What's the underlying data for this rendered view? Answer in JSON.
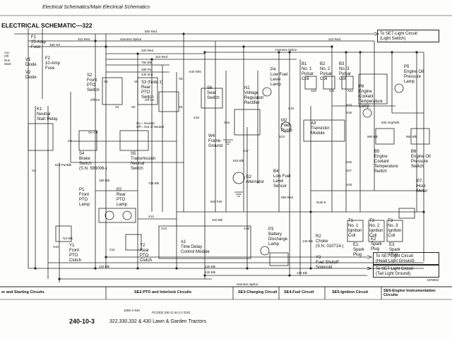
{
  "header": {
    "breadcrumb": "Electrical Schematics/Main Electrical Schematics",
    "title": "ELECTRICAL SCHEMATIC—322"
  },
  "components": {
    "f1": [
      "F1",
      "25-Amp",
      "Fuse"
    ],
    "f2": [
      "F2",
      "10-Amp",
      "Fuse"
    ],
    "v1": [
      "V1",
      "Diode"
    ],
    "v2": [
      "V2",
      "Diode"
    ],
    "k1": [
      "K1",
      "Neutral",
      "Start Relay"
    ],
    "s2": [
      "S2",
      "Front",
      "PTO",
      "Switch"
    ],
    "s3": [
      "S3 (Note 1)",
      "Rear",
      "PTO",
      "Switch"
    ],
    "s4": [
      "S4",
      "Brake",
      "Switch",
      "(S.N. 596006-)"
    ],
    "s5": [
      "S5",
      "Transmission",
      "Neutral",
      "Switch"
    ],
    "s6": [
      "S6",
      "Seat",
      "Switch"
    ],
    "p1": [
      "P1",
      "Front",
      "PTO",
      "Lamp"
    ],
    "p2": [
      "P2",
      "Rear",
      "PTO",
      "Lamp"
    ],
    "y1": [
      "Y1",
      "Front",
      "PTO",
      "Clutch"
    ],
    "y2": [
      "Y2",
      "Rear",
      "PTO",
      "Clutch"
    ],
    "a1": [
      "A1",
      "Time Delay",
      "Control Module"
    ],
    "n1": [
      "N1",
      "Voltage",
      "Regulator/",
      "Rectifier"
    ],
    "g2": [
      "G2",
      "Alternator"
    ],
    "p3": [
      "P3",
      "Battery",
      "Discharge",
      "Lamp"
    ],
    "p4": [
      "P4",
      "Low Fuel",
      "Level",
      "Lamp"
    ],
    "m2": [
      "M2",
      "Fuel",
      "Pump"
    ],
    "b4": [
      "B4",
      "Low Fuel",
      "Level",
      "Sensor"
    ],
    "b1": [
      "B1",
      "No. 1",
      "Pulsar",
      "Coil"
    ],
    "b2": [
      "B2",
      "No. 2",
      "Pulsar",
      "Coil"
    ],
    "b3": [
      "B3",
      "No. 3",
      "Pulsar",
      "Coil"
    ],
    "a3": [
      "A3",
      "Transistor",
      "Module"
    ],
    "p5": [
      "P5",
      "Engine Oil",
      "Pressure",
      "Lamp"
    ],
    "p6": [
      "P6",
      "Engine",
      "Coolant",
      "Temperature",
      "Lamp"
    ],
    "b5": [
      "B5",
      "Engine",
      "Coolant",
      "Temperature",
      "Switch"
    ],
    "b6": [
      "B6",
      "Engine Oil",
      "Pressure",
      "Switch"
    ],
    "t1": [
      "T1",
      "No. 1",
      "Ignition",
      "Coil"
    ],
    "t2": [
      "T2",
      "No. 2",
      "Ignition",
      "Coil"
    ],
    "t3": [
      "T3",
      "No. 3",
      "Ignition",
      "Coil"
    ],
    "e1": [
      "E1",
      "Spark",
      "Plug"
    ],
    "e2": [
      "E2",
      "Spark",
      "Plug"
    ],
    "e3": [
      "E3",
      "Spark",
      "Plug"
    ],
    "p7": [
      "P7",
      "Hour",
      "Meter"
    ],
    "r2": [
      "R2",
      "Choke",
      "(S.N. 010714-)"
    ],
    "y3": [
      "Y3",
      "Fuel Shutoff",
      "Solenoid"
    ],
    "frame_ground": [
      "W4",
      "Frame",
      "Ground"
    ]
  },
  "connectors": {
    "x1": "X1",
    "x2": "X2",
    "x3": "X3",
    "x4": "X4",
    "x5a": "X5",
    "x5b": "X5",
    "x5c": "X5",
    "x5d": "X5",
    "x10": "X10",
    "x11": "X11",
    "x12": "X12",
    "x13": "X13",
    "x15": "X15",
    "x16": "X16",
    "x17": "X17",
    "x18": "X18",
    "x19": "X19",
    "x20": "X20",
    "x21": "X21",
    "x22": "X22",
    "x23": "X23",
    "x24": "X24",
    "x25": "X25",
    "x26": "X26",
    "x27": "X27",
    "x28": "X28"
  },
  "switch_states": {
    "key": [
      "Acc",
      "Off",
      "Run",
      "Start"
    ],
    "s2": [
      "Off",
      "On"
    ],
    "s3": [
      "Off",
      "On"
    ],
    "s5": [
      "On = Neutral",
      "Off = Out of Neutral"
    ],
    "s4": [
      "On",
      "Off"
    ]
  },
  "wire_labels": {
    "w850red": "850 Red",
    "w410red": "410 Red",
    "w330yel": "330 Yel",
    "w220red": "220 Red",
    "w310red": "310 Red",
    "w790blk": "790 Blk",
    "w480pur": "480 Pur",
    "w440grn": "440 Grn",
    "w640wht": "640 Wht",
    "w650red": "650 Red",
    "w820pnk": "820 Pnk",
    "w615blk": "615 Blk",
    "w125blk": "125 Blk",
    "w130blk": "130 Blk",
    "w175blk": "175 Blk",
    "w710blk": "710 Blk",
    "w190blk": "190 Blk",
    "w735blk": "735 Blk",
    "w980blk": "980 Blk",
    "w960blk": "960 Blk",
    "w140blk": "140 Blk",
    "w420blk": "420 Blk",
    "w312red": "312 Red",
    "w930org": "930 Org/Wht",
    "w610pur": "610 Pur/Blk",
    "w120blk": "120 Blk",
    "harness_splice": "Harness Splice",
    "splice_left": "Harness Splice",
    "splice_bottom": "Harness Splice"
  },
  "references": {
    "se7_light_switch": [
      "To SE7-Light Circuit",
      "(Light Switch)"
    ],
    "se7_head_light": [
      "To SE7-Light Circuit",
      "(Head Light Ground)"
    ],
    "se7_tail_light": [
      "To SE7-Light Circuit",
      "(Tail Light Ground)"
    ],
    "note_8": "Note 8",
    "code": "M78002"
  },
  "section_labels": [
    "er and Starting Circuits",
    "SE2-PTO and Interlock Circuits",
    "SE3-Charging Circuit",
    "SE4-Fuel Circuit",
    "SE5-Ignition Circuit",
    "SE6-Engine Instrumentation Circuits"
  ],
  "footer": {
    "page_number": "240-10-3",
    "models": "322,330,332 & 430 Lawn & Garden Tractors",
    "resolution": "1060 X 640",
    "small_print": "PC2302 (SE-1) 54 CJ 2101"
  }
}
